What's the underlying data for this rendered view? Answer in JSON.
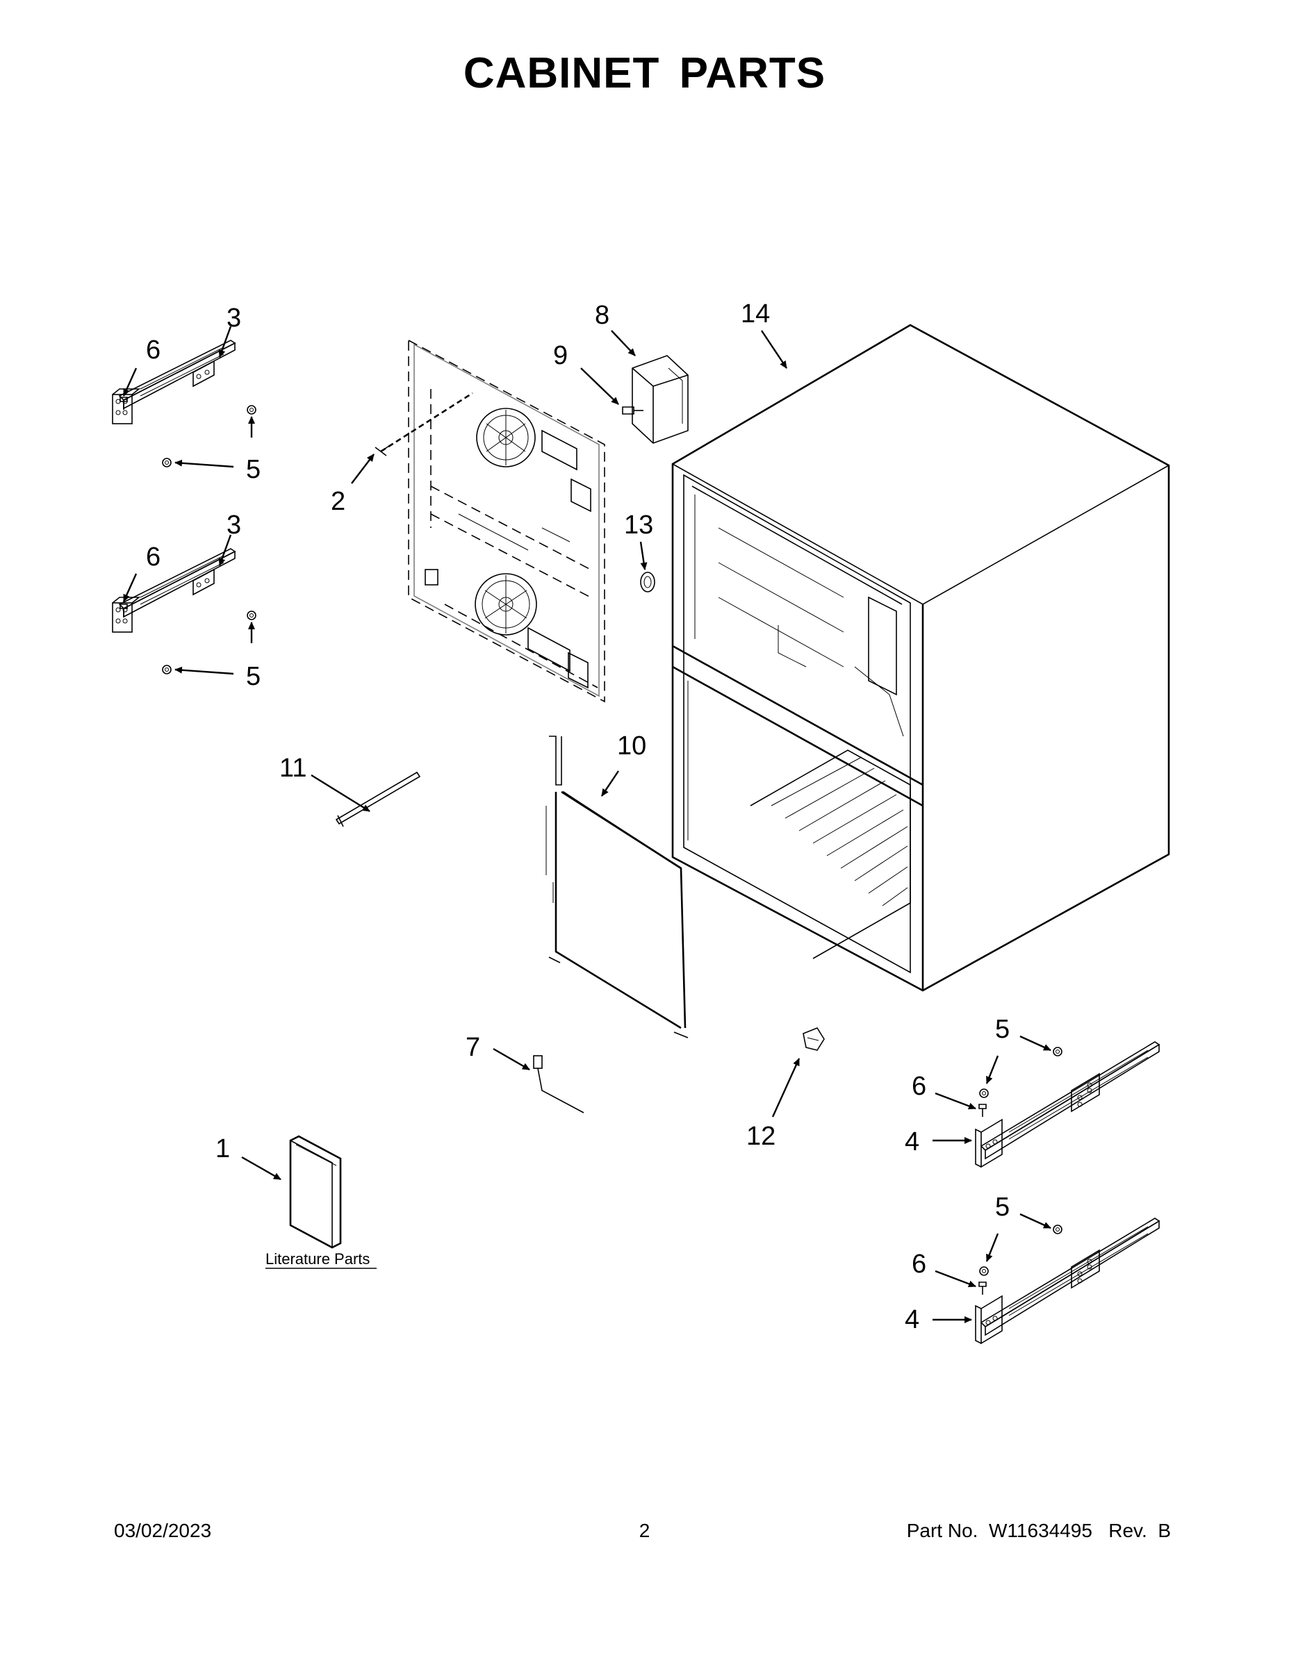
{
  "header": {
    "title": "CABINET PARTS"
  },
  "callouts": {
    "c1": "1",
    "c2": "2",
    "c3a": "3",
    "c3b": "3",
    "c4a": "4",
    "c4b": "4",
    "c5a": "5",
    "c5b": "5",
    "c5c": "5",
    "c5d": "5",
    "c6a": "6",
    "c6b": "6",
    "c6c": "6",
    "c6d": "6",
    "c7": "7",
    "c8": "8",
    "c9": "9",
    "c10": "10",
    "c11": "11",
    "c12": "12",
    "c13": "13",
    "c14": "14"
  },
  "literature_label": "Literature Parts",
  "footer": {
    "date": "03/02/2023",
    "page": "2",
    "part_no": "Part No.  W11634495   Rev.  B"
  }
}
